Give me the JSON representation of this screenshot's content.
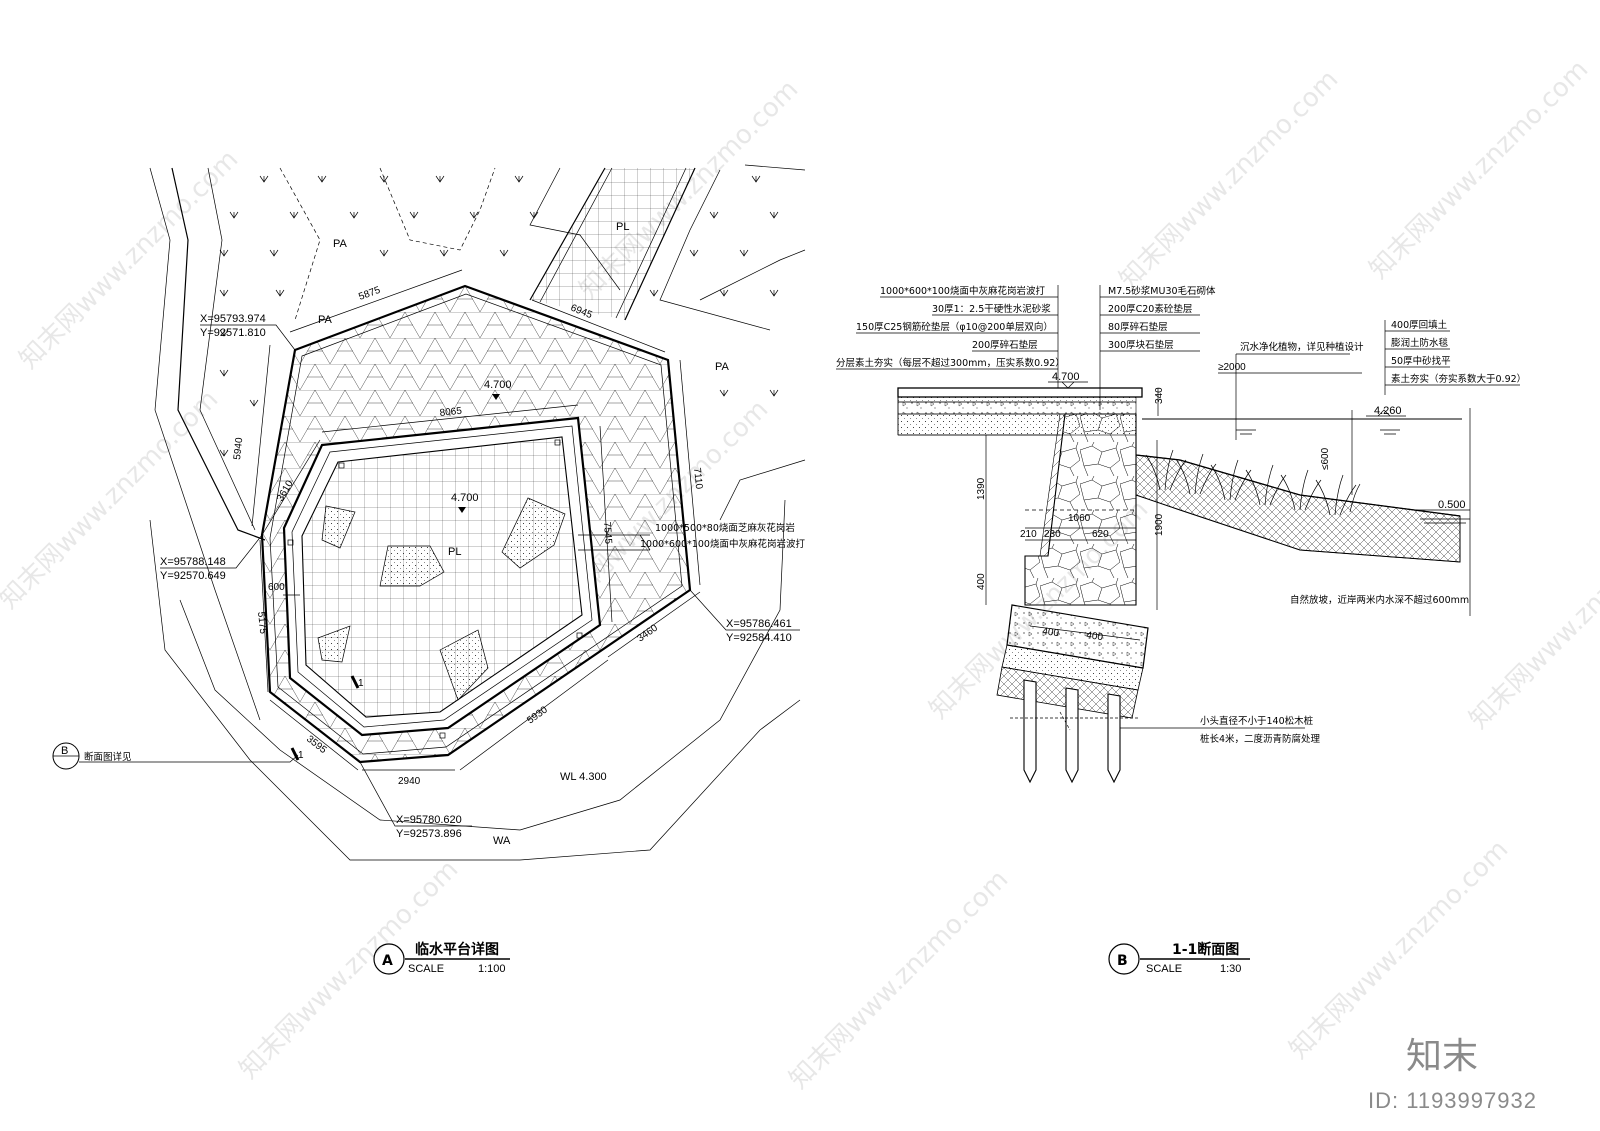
{
  "plan": {
    "labels": {
      "pa1": "PA",
      "pa2": "PA",
      "pa3": "PA",
      "pl_path": "PL",
      "pl_platform": "PL",
      "wa": "WA",
      "wl": "WL 4.300",
      "elev1": "4.700",
      "elev2": "4.700"
    },
    "dims": {
      "d5875": "5875",
      "d6945": "6945",
      "d8065": "8065",
      "d5940": "5940",
      "d3610": "3610",
      "d7110": "7110",
      "d7545": "7545",
      "d600": "600",
      "d5175": "5175",
      "d3460": "3460",
      "d5930": "5930",
      "d3595": "3595",
      "d2940": "2940"
    },
    "coords": {
      "c1x": "X=95793.974",
      "c1y": "Y=92571.810",
      "c2x": "X=95788.148",
      "c2y": "Y=92570.649",
      "c3x": "X=95786.461",
      "c3y": "Y=92584.410",
      "c4x": "X=95780.620",
      "c4y": "Y=92573.896"
    },
    "material1": "1000*500*80烧面芝麻灰花岗岩",
    "material2": "1000*600*100烧面中灰麻花岗岩波打",
    "section_ref_letter": "B",
    "section_ref_text": "断面图详见",
    "cut_mark": "1",
    "title_letter": "A",
    "title": "临水平台详图",
    "scale_label": "SCALE",
    "scale_value": "1:100"
  },
  "section": {
    "left_notes": [
      "1000*600*100烧面中灰麻花岗岩波打",
      "30厚1：2.5干硬性水泥砂浆",
      "150厚C25钢筋砼垫层（φ10@200单层双向）",
      "200厚碎石垫层",
      "分层素土夯实（每层不超过300mm，压实系数0.92）"
    ],
    "mid_notes": [
      "M7.5砂浆MU30毛石砌体",
      "200厚C20素砼垫层",
      "80厚碎石垫层",
      "300厚块石垫层"
    ],
    "right_notes": [
      "400厚回填土",
      "膨润土防水毯",
      "50厚中砂找平",
      "素土夯实（夯实系数大于0.92）"
    ],
    "plant_note": "沉水净化植物，详见种植设计",
    "slope_note": "自然放坡，近岸两米内水深不超过600mm",
    "pile_note1": "小头直径不小于140松木桩",
    "pile_note2": "桩长4米，二度沥青防腐处理",
    "elev_top": "4.700",
    "elev_water": "4.260",
    "elev_bottom": "0.500",
    "dims": {
      "d340": "340",
      "d1390": "1390",
      "d400": "400",
      "d1900": "1900",
      "d1060": "1060",
      "d210": "210",
      "d230": "230",
      "d620": "620",
      "d400a": "400",
      "d400b": "400",
      "d2000": "≥2000",
      "d600": "≤600"
    },
    "title_letter": "B",
    "title": "1-1断面图",
    "scale_label": "SCALE",
    "scale_value": "1:30"
  },
  "watermark": {
    "text": "知末网www.znzmo.com",
    "brand": "知末",
    "id": "ID: 1193997932"
  }
}
